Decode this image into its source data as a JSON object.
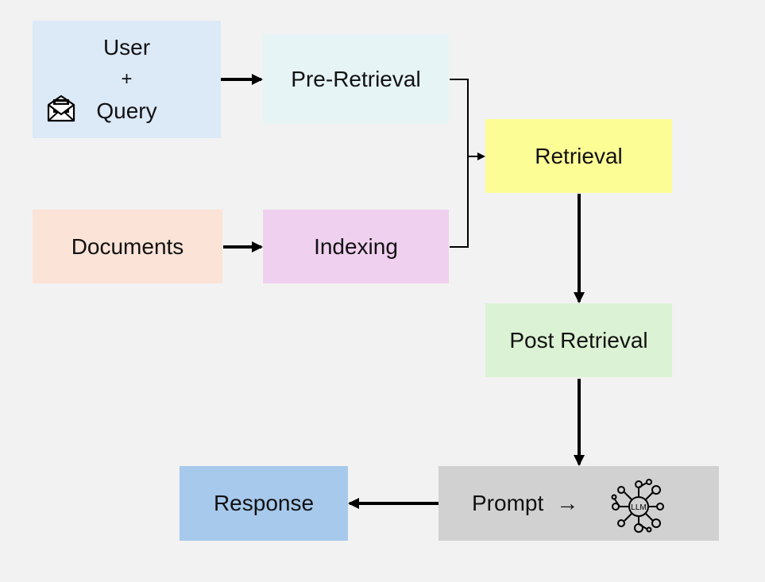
{
  "nodes": {
    "user": {
      "line1": "User",
      "line2": "+",
      "line3": "Query",
      "icon": "envelope-letter-icon"
    },
    "pre_retrieval": "Pre-Retrieval",
    "documents": "Documents",
    "indexing": "Indexing",
    "retrieval": "Retrieval",
    "post_retrieval": "Post Retrieval",
    "prompt": {
      "label": "Prompt",
      "arrow": "→",
      "icon": "llm-network-icon",
      "icon_text": "LLM"
    },
    "response": "Response"
  },
  "colors": {
    "background": "#f2f2f2",
    "user": "#dce9f7",
    "pre_retrieval": "#e6f4f6",
    "documents": "#fbe3d7",
    "indexing": "#f0d0ef",
    "retrieval": "#fdfd96",
    "post_retrieval": "#dcf2d4",
    "prompt": "#d1d1d1",
    "response": "#a7c9ec",
    "arrow": "#000000"
  }
}
